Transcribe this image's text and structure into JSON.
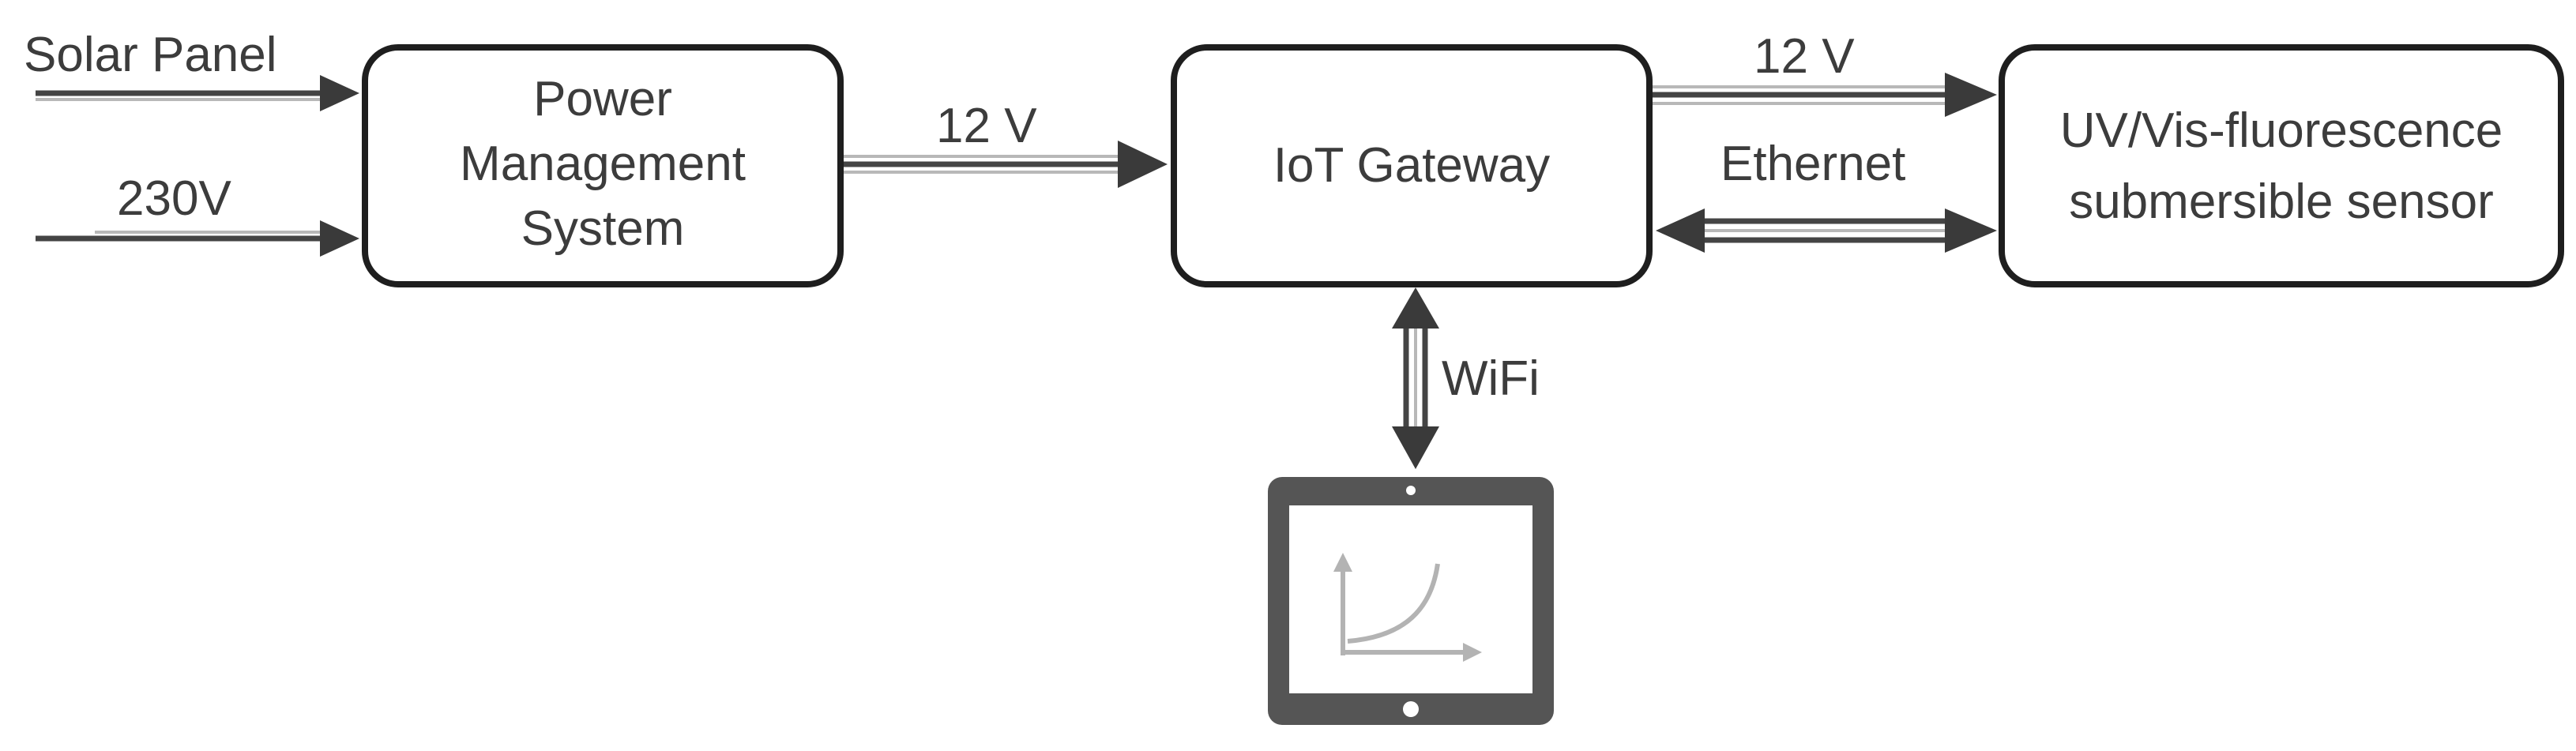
{
  "diagram": {
    "inputs": {
      "solar_panel": "Solar Panel",
      "mains": "230V"
    },
    "nodes": {
      "power_management": [
        "Power",
        "Management",
        "System"
      ],
      "iot_gateway": "IoT Gateway",
      "sensor": [
        "UV/Vis-fluorescence",
        "submersible sensor"
      ]
    },
    "edges": {
      "pms_to_gateway": "12 V",
      "gateway_to_sensor_power": "12 V",
      "gateway_sensor_data": "Ethernet",
      "gateway_tablet": "WiFi"
    },
    "tablet_icon": "tablet-with-chart-icon",
    "colors": {
      "stroke": "#1e1e1e",
      "arrow": "#3a3a3a",
      "text": "#3c3c3c",
      "tablet": "#555555",
      "chart": "#b3b3b3"
    }
  }
}
